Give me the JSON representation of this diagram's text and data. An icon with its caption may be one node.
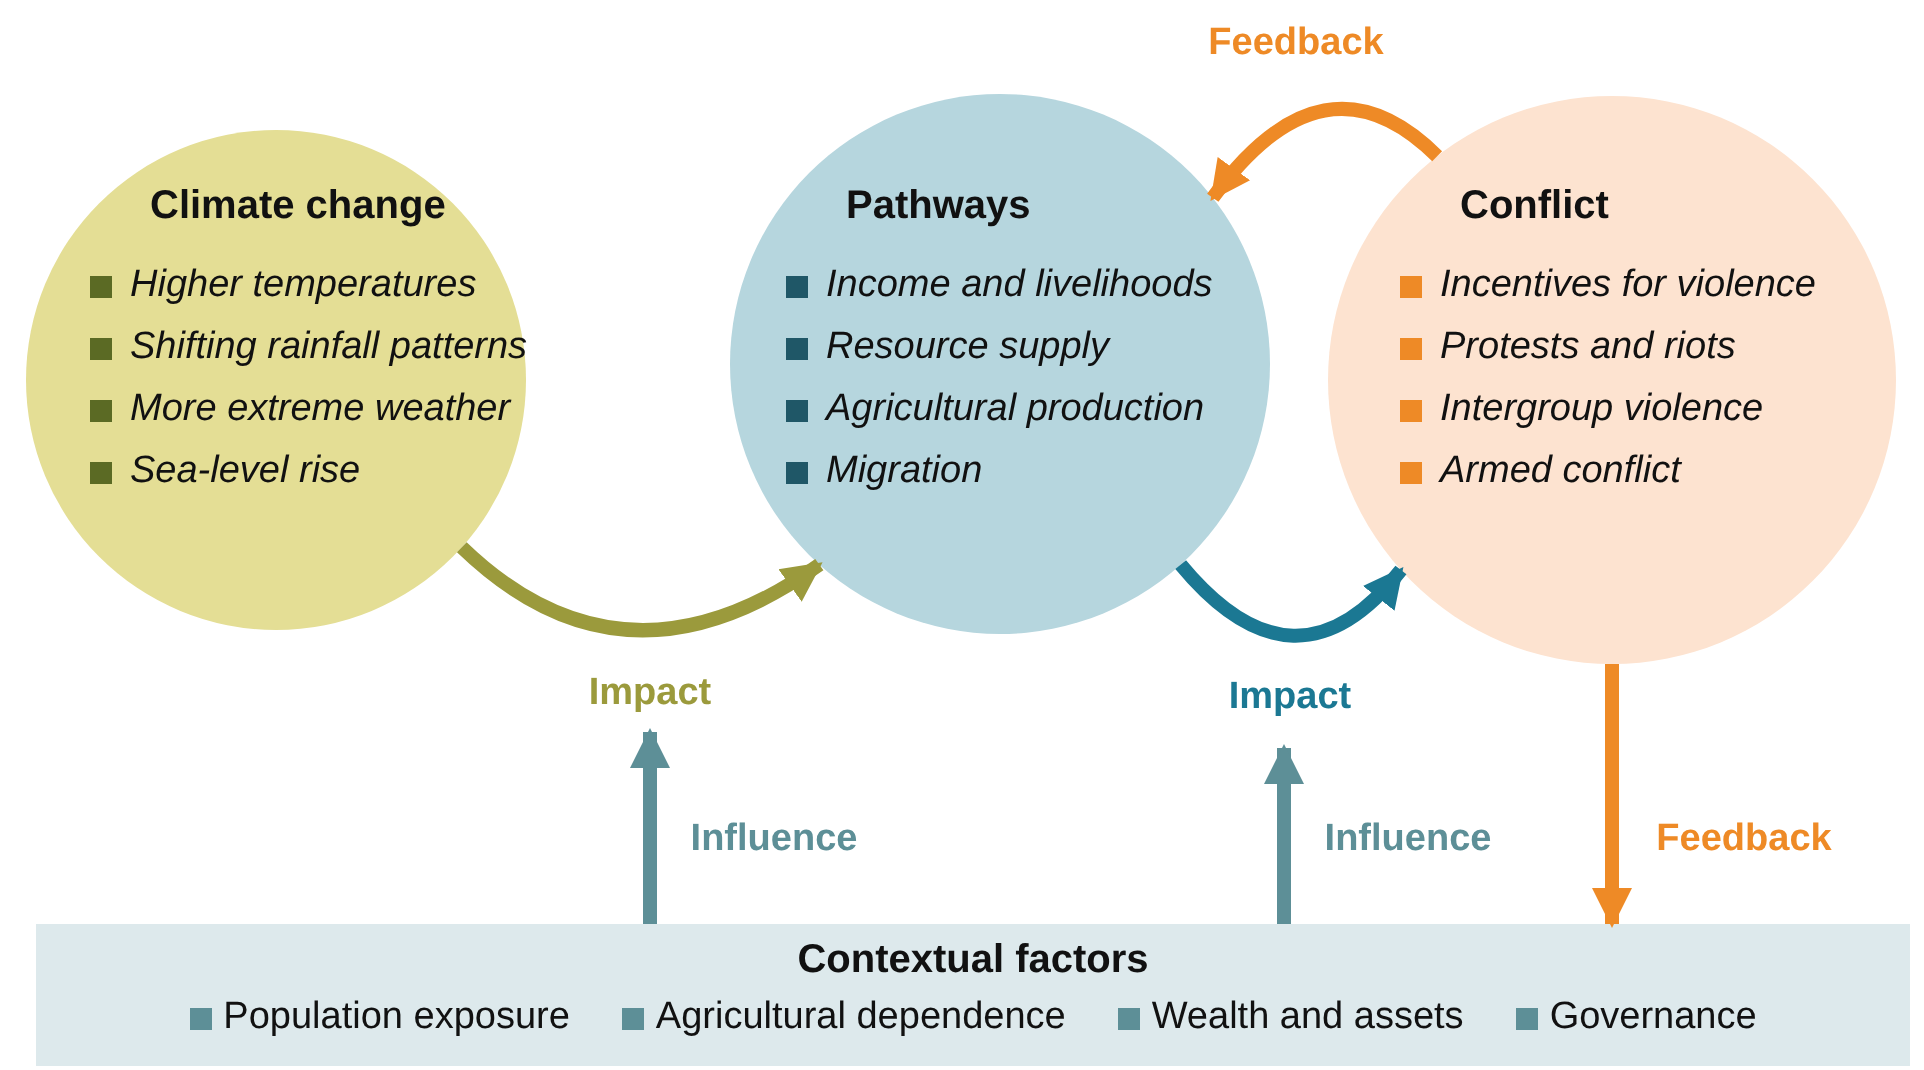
{
  "diagram": {
    "nodes": [
      {
        "text": [
          "Climate change",
          "Higher temperatures",
          "Shifting rainfall patterns",
          "More extreme weather",
          "Sea-level rise"
        ]
      },
      {
        "text": [
          "Pathways",
          "Income and livelihoods",
          "Resource supply",
          "Agricultural production",
          "Migration"
        ]
      },
      {
        "text": [
          "Conflict",
          "Incentives for violence",
          "Protests and riots",
          "Intergroup violence",
          "Armed conflict"
        ]
      },
      {
        "text": [
          "Contextual factors",
          "Population exposure",
          "Agricultural dependence",
          "Wealth and assets",
          "Governance"
        ]
      }
    ],
    "edges": [
      {
        "from": 0,
        "to": 1,
        "arrow": "to",
        "label": "Impact",
        "color": "#9b9a3c"
      },
      {
        "from": 1,
        "to": 2,
        "arrow": "to",
        "label": "Impact",
        "color": "#1b7893"
      },
      {
        "from": 2,
        "to": 1,
        "arrow": "to",
        "label": "Feedback",
        "color": "#ee8a26"
      },
      {
        "from": 2,
        "to": 3,
        "arrow": "to",
        "label": "Feedback",
        "color": "#ee8a26"
      },
      {
        "from": 3,
        "to": null,
        "arrow": "to",
        "label": "Influence",
        "color": "#5d8f97"
      },
      {
        "from": 3,
        "to": null,
        "arrow": "to",
        "label": "Influence",
        "color": "#5d8f97"
      }
    ]
  }
}
